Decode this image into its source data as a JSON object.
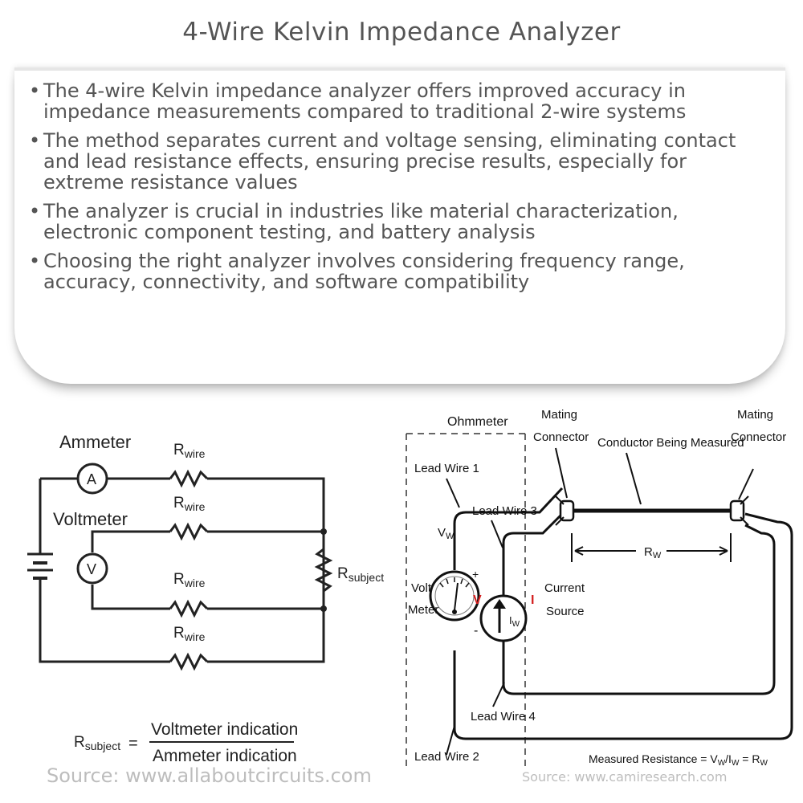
{
  "title": "4-Wire Kelvin Impedance Analyzer",
  "bullets": [
    "The 4-wire Kelvin impedance analyzer offers improved accuracy in impedance measurements compared to traditional 2-wire systems",
    "The method separates current and voltage sensing, eliminating contact and lead resistance effects, ensuring precise results, especially for extreme resistance values",
    "The analyzer is crucial in industries like material characterization, electronic component testing, and battery analysis",
    "Choosing the right analyzer involves considering frequency range, accuracy, connectivity, and software compatibility"
  ],
  "left_diagram": {
    "ammeter_label": "Ammeter",
    "ammeter_symbol": "A",
    "voltmeter_label": "Voltmeter",
    "voltmeter_symbol": "V",
    "rwire_main": "R",
    "rwire_sub": "wire",
    "rsubject_main": "R",
    "rsubject_sub": "subject",
    "equals": "=",
    "formula_numerator": "Voltmeter indication",
    "formula_denominator": "Ammeter indication",
    "source": "Source: www.allaboutcircuits.com"
  },
  "right_diagram": {
    "ohmmeter": "Ohmmeter",
    "mating1_line1": "Mating",
    "mating1_line2": "Connector",
    "mating2_line1": "Mating",
    "mating2_line2": "Connector",
    "conductor": "Conductor Being Measured",
    "lead_wire_1": "Lead Wire 1",
    "lead_wire_2": "Lead Wire 2",
    "lead_wire_3": "Lead Wire 3",
    "lead_wire_4": "Lead Wire 4",
    "vw_main": "V",
    "vw_sub": "W",
    "volt_line1": "Volt",
    "volt_line2": "Meter",
    "plus": "+",
    "minus": "-",
    "v_label": "V",
    "i_label": "I",
    "iw_main": "I",
    "iw_sub": "W",
    "current_line1": "Current",
    "current_line2": "Source",
    "rw_main": "R",
    "rw_sub": "W",
    "measured": "Measured Resistance = V",
    "measured_sub1": "W",
    "measured_mid": "/I",
    "measured_sub2": "W",
    "measured_end": " = R",
    "measured_sub3": "W",
    "source": "Source: www.camiresearch.com"
  },
  "colors": {
    "red_label": "#d42020",
    "wire": "#222222",
    "source_text": "#bdbdbd"
  }
}
